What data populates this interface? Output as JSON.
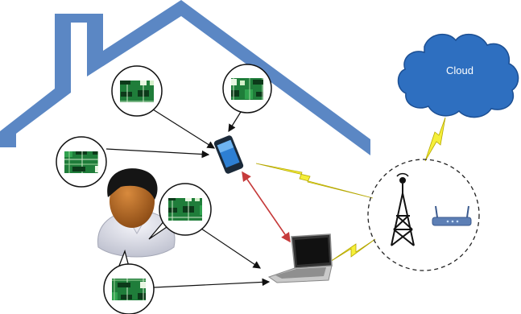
{
  "cloud": {
    "label": "Cloud"
  },
  "colors": {
    "roof": "#5b87c4",
    "cloud": "#2e6fc0",
    "lightning": "#f5ef3a",
    "red_link": "#c63b3b",
    "arrow": "#111111"
  },
  "nodes": {
    "sensors": [
      "pcb-sensor",
      "pcb-sensor",
      "pcb-sensor",
      "pcb-sensor",
      "pcb-sensor"
    ],
    "user": "person-icon",
    "phone": "smartphone-icon",
    "laptop": "laptop-icon",
    "tower": "cell-tower-icon",
    "router": "wifi-router-icon"
  }
}
